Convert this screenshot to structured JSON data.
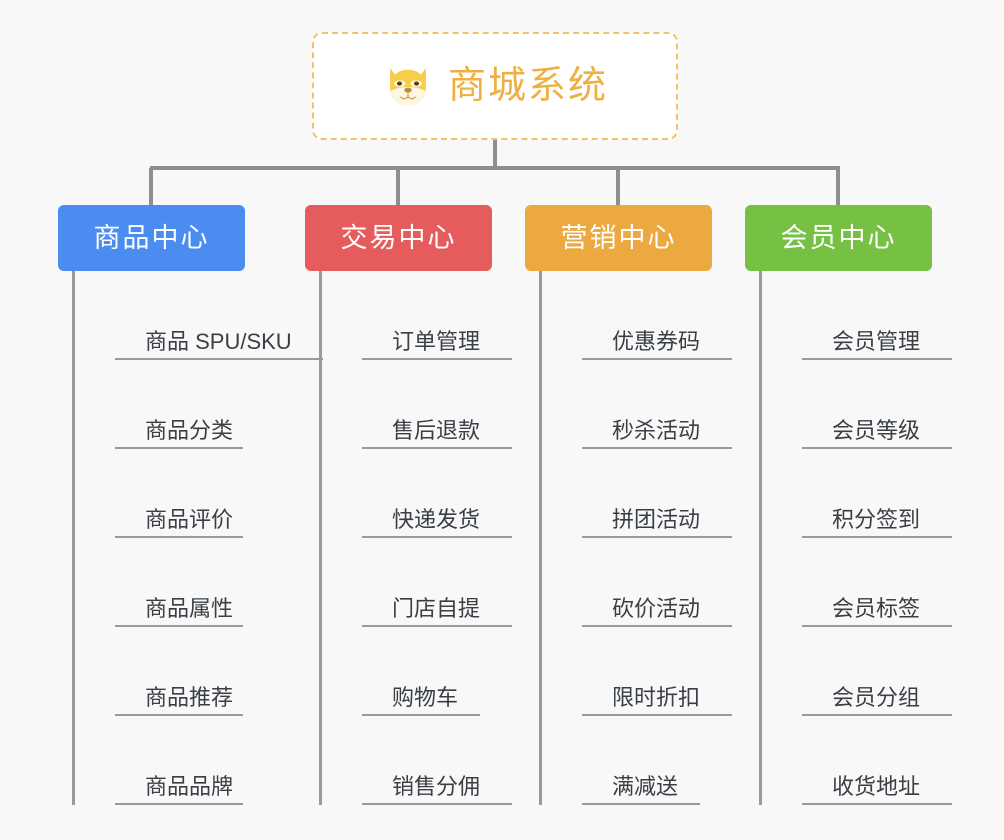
{
  "background_color": "#f8f8f8",
  "root": {
    "icon": "shiba-dog-face-icon",
    "title": "商城系统",
    "title_color": "#eeb040",
    "border_color": "#f2c26b",
    "background_color": "#ffffff"
  },
  "connector_color": "#8e8e8e",
  "columns": [
    {
      "header": "商品中心",
      "color": "#4a8cf0",
      "items": [
        "商品 SPU/SKU",
        "商品分类",
        "商品评价",
        "商品属性",
        "商品推荐",
        "商品品牌"
      ]
    },
    {
      "header": "交易中心",
      "color": "#e65c5c",
      "items": [
        "订单管理",
        "售后退款",
        "快递发货",
        "门店自提",
        "购物车",
        "销售分佣"
      ]
    },
    {
      "header": "营销中心",
      "color": "#eba93f",
      "items": [
        "优惠券码",
        "秒杀活动",
        "拼团活动",
        "砍价活动",
        "限时折扣",
        "满减送"
      ]
    },
    {
      "header": "会员中心",
      "color": "#76c043",
      "items": [
        "会员管理",
        "会员等级",
        "积分签到",
        "会员标签",
        "会员分组",
        "收货地址"
      ]
    }
  ]
}
